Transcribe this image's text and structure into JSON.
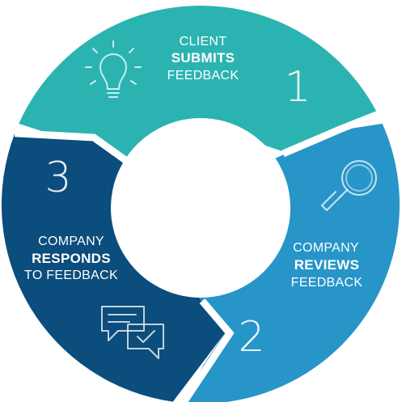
{
  "colors": {
    "step1": "#2bb3b1",
    "step2": "#2795c8",
    "step3": "#0b4d7c",
    "center": "#ffffff"
  },
  "steps": [
    {
      "number": "1",
      "line1": "CLIENT",
      "line2": "SUBMITS",
      "line3": "FEEDBACK",
      "icon": "lightbulb-icon"
    },
    {
      "number": "2",
      "line1": "COMPANY",
      "line2": "REVIEWS",
      "line3": "FEEDBACK",
      "icon": "magnifying-glass-icon"
    },
    {
      "number": "3",
      "line1": "COMPANY",
      "line2": "RESPONDS",
      "line3": "TO FEEDBACK",
      "icon": "chat-bubbles-icon"
    }
  ]
}
